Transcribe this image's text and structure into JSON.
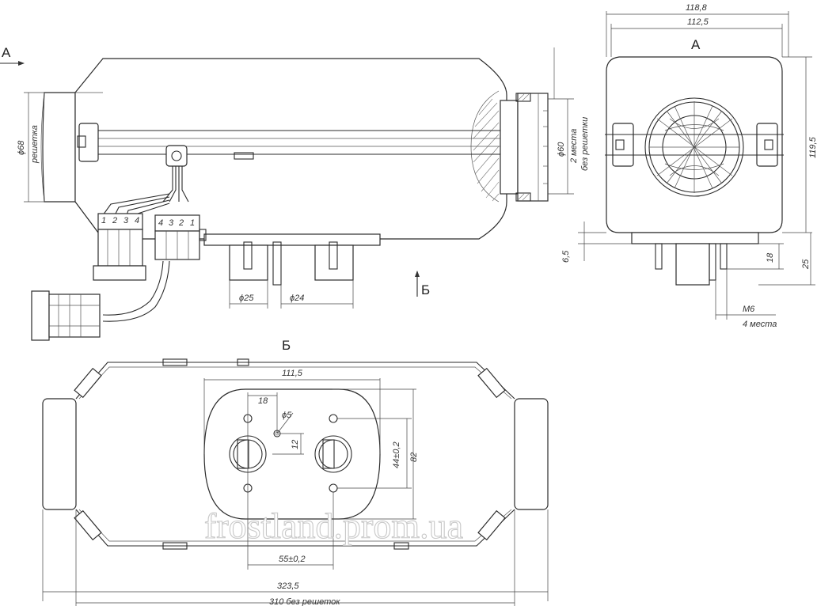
{
  "views": {
    "view_a_marker": "А",
    "view_b_marker": "Б",
    "view_a_title": "А",
    "view_b_title": "Б"
  },
  "dimensions": {
    "side": {
      "grille_dia": "ϕ68",
      "grille_note": "решетка",
      "outlet_dia": "ϕ60",
      "outlet_note_1": "2 места",
      "outlet_note_2": "без решетки",
      "fuel_dia": "ϕ25",
      "exhaust_dia": "ϕ24"
    },
    "end": {
      "width_total": "118,8",
      "width_body": "112,5",
      "height": "119,5",
      "base_offset": "6,5",
      "stud_len": "18",
      "total_depth": "25",
      "thread": "M6",
      "thread_note": "4 места"
    },
    "bottom": {
      "plate_width": "111,5",
      "hole_spacing": "18",
      "small_hole": "ϕ5",
      "small_offset": "12",
      "center_spacing_v": "44±0,2",
      "plate_height": "82",
      "center_spacing_h": "55±0,2",
      "overall_length": "323,5",
      "length_no_grille": "310 без решеток"
    }
  },
  "connector": {
    "pins_left": [
      "1",
      "2",
      "3",
      "4"
    ],
    "pins_right": [
      "4",
      "3",
      "2",
      "1"
    ]
  },
  "watermark": "frostland.prom.ua"
}
